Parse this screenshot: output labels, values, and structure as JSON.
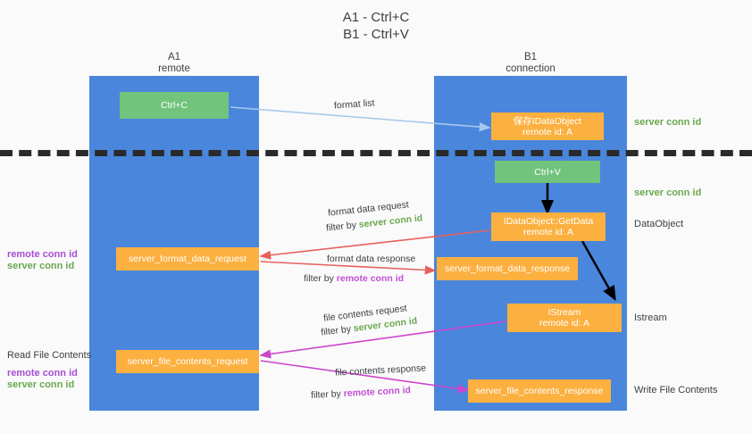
{
  "title": {
    "line1": "A1 - Ctrl+C",
    "line2": "B1 - Ctrl+V"
  },
  "columns": [
    {
      "name": "A1",
      "sub": "remote"
    },
    {
      "name": "B1",
      "sub": "connection"
    }
  ],
  "boxes": {
    "ctrl_c": {
      "label": "Ctrl+C"
    },
    "ctrl_v": {
      "label": "Ctrl+V"
    },
    "save_dataobject": {
      "line1": "保存IDataObject",
      "line2": "remote id: A"
    },
    "getdata": {
      "line1": "IDataObject::GetData",
      "line2": "remote id: A"
    },
    "istream": {
      "line1": "IStream",
      "line2": "remote id: A"
    },
    "server_format_data_request": {
      "label": "server_format_data_request"
    },
    "server_format_data_response": {
      "label": "server_format_data_response"
    },
    "server_file_contents_request": {
      "label": "server_file_contents_request"
    },
    "server_file_contents_response": {
      "label": "server_file_contents_response"
    }
  },
  "right_labels": {
    "server_conn_id_top": "server conn id",
    "server_conn_id_second": "server conn id",
    "dataobject": "DataObject",
    "istream": "Istream",
    "write_file_contents": "Write File Contents"
  },
  "left_labels": {
    "remote_conn_id_1": "remote conn id",
    "server_conn_id_1": "server conn id",
    "read_file_contents": "Read File Contents",
    "remote_conn_id_2": "remote conn id",
    "server_conn_id_2": "server conn id"
  },
  "edge_labels": {
    "format_list": "format list",
    "format_data_request": "format data request",
    "format_data_request_filter_prefix": "filter by ",
    "format_data_request_filter_value": "server conn id",
    "format_data_response": "format data response",
    "format_data_response_filter_prefix": "filter by ",
    "format_data_response_filter_value": "remote conn id",
    "file_contents_request": "file contents request",
    "file_contents_request_filter_prefix": "filter by ",
    "file_contents_request_filter_value": "server conn id",
    "file_contents_response": "file contents response",
    "file_contents_response_filter_prefix": "filter by ",
    "file_contents_response_filter_value": "remote conn id"
  },
  "colors": {
    "lane": "#4a86dc",
    "green_box": "#72c47c",
    "orange_box": "#fbb040",
    "server_conn_id": "#6aa84f",
    "remote_conn_id": "#a64dd6",
    "arrow_blue": "#a6c8ec",
    "arrow_red": "#e8605d",
    "arrow_magenta": "#cc44cc",
    "arrow_black": "#000000",
    "background": "#fafafa"
  }
}
